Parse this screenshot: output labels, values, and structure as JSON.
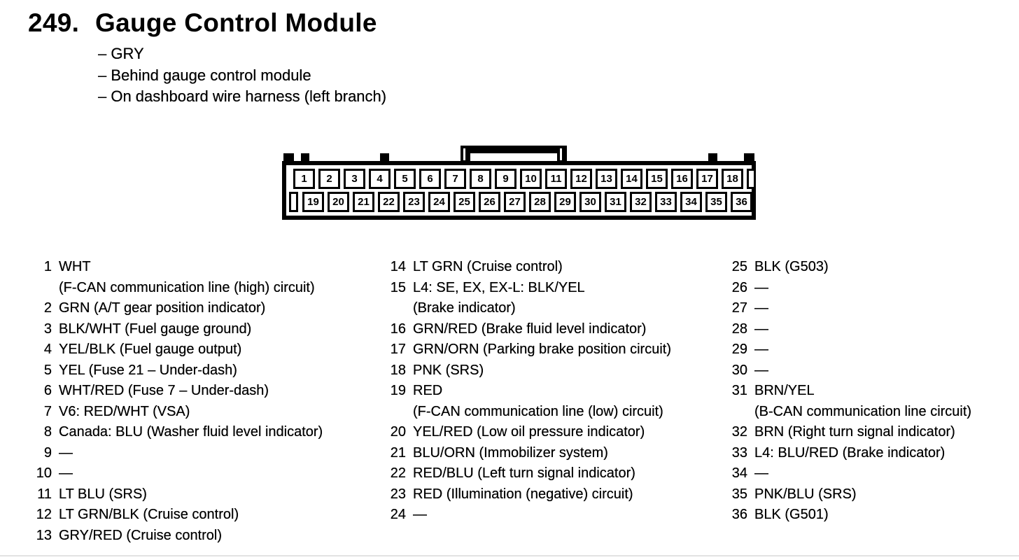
{
  "page": {
    "section_number": "249.",
    "section_title": "Gauge Control Module",
    "notes": [
      "– GRY",
      "– Behind gauge control module",
      "– On dashboard wire harness (left branch)"
    ]
  },
  "connector": {
    "top_row_pins": [
      "1",
      "2",
      "3",
      "4",
      "5",
      "6",
      "7",
      "8",
      "9",
      "10",
      "11",
      "12",
      "13",
      "14",
      "15",
      "16",
      "17",
      "18"
    ],
    "bottom_row_pins": [
      "19",
      "20",
      "21",
      "22",
      "23",
      "24",
      "25",
      "26",
      "27",
      "28",
      "29",
      "30",
      "31",
      "32",
      "33",
      "34",
      "35",
      "36"
    ]
  },
  "pin_columns": [
    {
      "items": [
        {
          "num": "1",
          "lines": [
            "WHT",
            "(F-CAN communication line (high) circuit)"
          ]
        },
        {
          "num": "2",
          "lines": [
            "GRN (A/T gear position indicator)"
          ]
        },
        {
          "num": "3",
          "lines": [
            "BLK/WHT (Fuel gauge ground)"
          ]
        },
        {
          "num": "4",
          "lines": [
            "YEL/BLK (Fuel gauge output)"
          ]
        },
        {
          "num": "5",
          "lines": [
            "YEL (Fuse 21 – Under-dash)"
          ]
        },
        {
          "num": "6",
          "lines": [
            "WHT/RED (Fuse 7 – Under-dash)"
          ]
        },
        {
          "num": "7",
          "lines": [
            "V6: RED/WHT (VSA)"
          ]
        },
        {
          "num": "8",
          "lines": [
            "Canada: BLU (Washer fluid level indicator)"
          ]
        },
        {
          "num": "9",
          "lines": [
            "—"
          ]
        },
        {
          "num": "10",
          "lines": [
            "—"
          ]
        },
        {
          "num": "11",
          "lines": [
            "LT BLU (SRS)"
          ]
        },
        {
          "num": "12",
          "lines": [
            "LT GRN/BLK (Cruise control)"
          ]
        },
        {
          "num": "13",
          "lines": [
            "GRY/RED (Cruise control)"
          ]
        }
      ]
    },
    {
      "items": [
        {
          "num": "14",
          "lines": [
            "LT GRN (Cruise control)"
          ]
        },
        {
          "num": "15",
          "lines": [
            "L4: SE, EX, EX-L: BLK/YEL",
            "(Brake indicator)"
          ]
        },
        {
          "num": "16",
          "lines": [
            "GRN/RED (Brake fluid level indicator)"
          ]
        },
        {
          "num": "17",
          "lines": [
            "GRN/ORN (Parking brake position circuit)"
          ]
        },
        {
          "num": "18",
          "lines": [
            "PNK (SRS)"
          ]
        },
        {
          "num": "19",
          "lines": [
            "RED",
            "(F-CAN communication line (low) circuit)"
          ]
        },
        {
          "num": "20",
          "lines": [
            "YEL/RED (Low oil pressure indicator)"
          ]
        },
        {
          "num": "21",
          "lines": [
            "BLU/ORN (Immobilizer system)"
          ]
        },
        {
          "num": "22",
          "lines": [
            "RED/BLU (Left turn signal indicator)"
          ]
        },
        {
          "num": "23",
          "lines": [
            "RED (Illumination (negative) circuit)"
          ]
        },
        {
          "num": "24",
          "lines": [
            "—"
          ]
        }
      ]
    },
    {
      "items": [
        {
          "num": "25",
          "lines": [
            "BLK (G503)"
          ]
        },
        {
          "num": "26",
          "lines": [
            "—"
          ]
        },
        {
          "num": "27",
          "lines": [
            "—"
          ]
        },
        {
          "num": "28",
          "lines": [
            "—"
          ]
        },
        {
          "num": "29",
          "lines": [
            "—"
          ]
        },
        {
          "num": "30",
          "lines": [
            "—"
          ]
        },
        {
          "num": "31",
          "lines": [
            "BRN/YEL",
            "(B-CAN communication line circuit)"
          ]
        },
        {
          "num": "32",
          "lines": [
            "BRN (Right turn signal indicator)"
          ]
        },
        {
          "num": "33",
          "lines": [
            "L4: BLU/RED (Brake indicator)"
          ]
        },
        {
          "num": "34",
          "lines": [
            "—"
          ]
        },
        {
          "num": "35",
          "lines": [
            "PNK/BLU (SRS)"
          ]
        },
        {
          "num": "36",
          "lines": [
            "BLK (G501)"
          ]
        }
      ]
    }
  ],
  "colors": {
    "ink": "#000000",
    "paper": "#ffffff"
  }
}
